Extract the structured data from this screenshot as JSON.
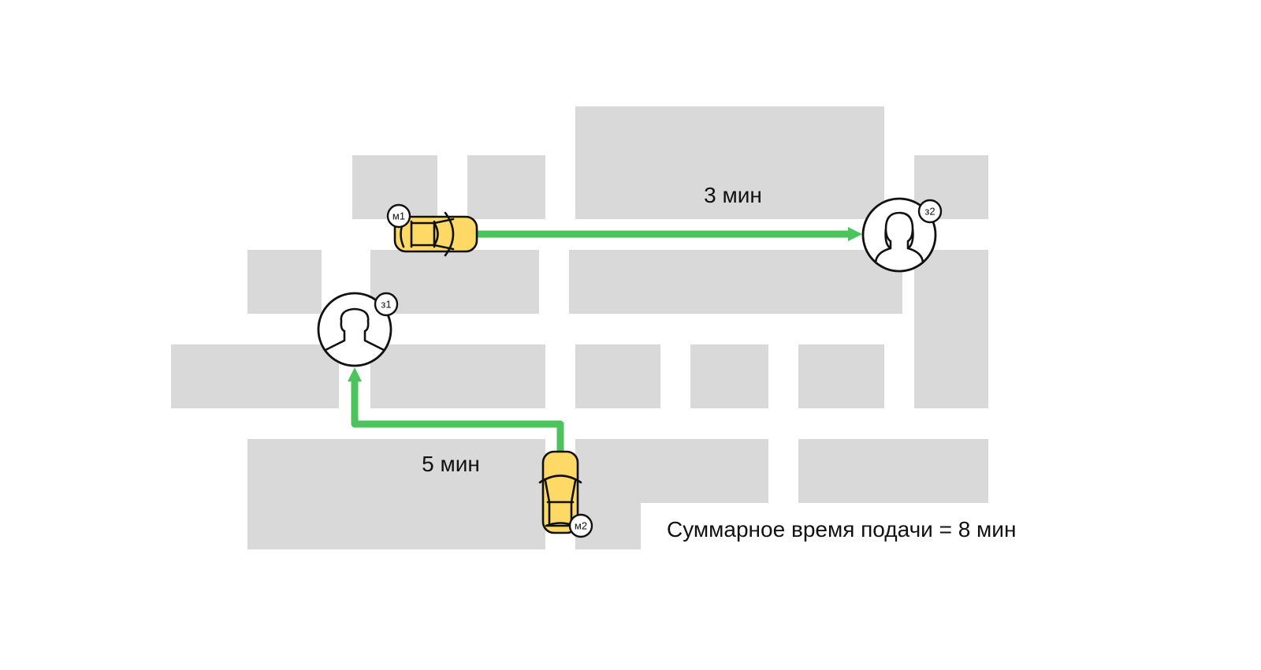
{
  "colors": {
    "block": "#d9d9d9",
    "route": "#4cc35c",
    "car": "#ffd966",
    "outline": "#111111"
  },
  "cars": [
    {
      "id": "m1",
      "badge": "м1"
    },
    {
      "id": "m2",
      "badge": "м2"
    }
  ],
  "clients": [
    {
      "id": "z1",
      "badge": "з1",
      "icon": "male-person-icon"
    },
    {
      "id": "z2",
      "badge": "з2",
      "icon": "female-person-icon"
    }
  ],
  "routes": [
    {
      "from": "м1",
      "to": "з2",
      "label": "3 мин"
    },
    {
      "from": "м2",
      "to": "з1",
      "label": "5 мин"
    }
  ],
  "summary": "Суммарное время подачи = 8 мин"
}
